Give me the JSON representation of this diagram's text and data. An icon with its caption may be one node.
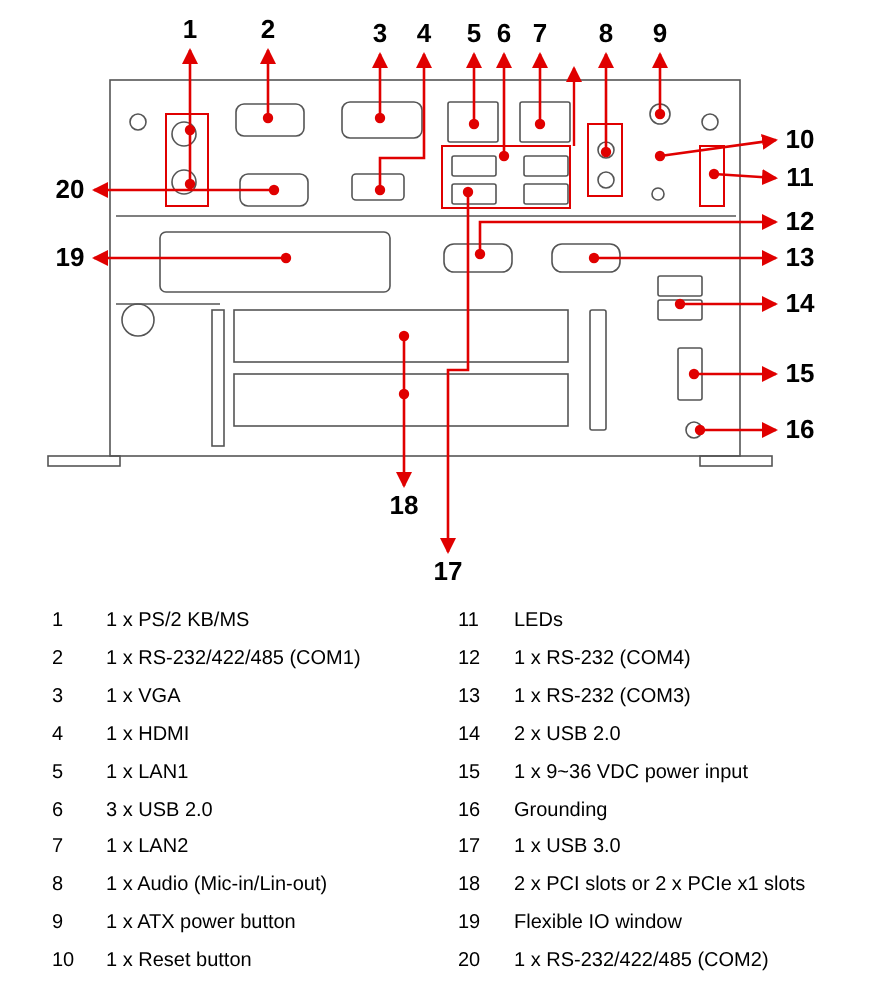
{
  "diagram": {
    "nodes": [
      {
        "text": [
          "1"
        ]
      },
      {
        "text": [
          "2"
        ]
      },
      {
        "text": [
          "3"
        ]
      },
      {
        "text": [
          "4"
        ]
      },
      {
        "text": [
          "5"
        ]
      },
      {
        "text": [
          "6"
        ]
      },
      {
        "text": [
          "7"
        ]
      },
      {
        "text": [
          "8"
        ]
      },
      {
        "text": [
          "9"
        ]
      },
      {
        "text": [
          "10"
        ]
      },
      {
        "text": [
          "11"
        ]
      },
      {
        "text": [
          "12"
        ]
      },
      {
        "text": [
          "13"
        ]
      },
      {
        "text": [
          "14"
        ]
      },
      {
        "text": [
          "15"
        ]
      },
      {
        "text": [
          "16"
        ]
      },
      {
        "text": [
          "17"
        ]
      },
      {
        "text": [
          "18"
        ]
      },
      {
        "text": [
          "19"
        ]
      },
      {
        "text": [
          "20"
        ]
      }
    ],
    "edges": [
      {
        "from": null,
        "to": 0,
        "arrow": "to"
      },
      {
        "from": null,
        "to": 1,
        "arrow": "to"
      },
      {
        "from": null,
        "to": 2,
        "arrow": "to"
      },
      {
        "from": null,
        "to": 3,
        "arrow": "to"
      },
      {
        "from": null,
        "to": 4,
        "arrow": "to"
      },
      {
        "from": null,
        "to": 5,
        "arrow": "to"
      },
      {
        "from": null,
        "to": 6,
        "arrow": "to"
      },
      {
        "from": null,
        "to": 7,
        "arrow": "to"
      },
      {
        "from": null,
        "to": 8,
        "arrow": "to"
      },
      {
        "from": null,
        "to": 9,
        "arrow": "to"
      },
      {
        "from": null,
        "to": 10,
        "arrow": "to"
      },
      {
        "from": null,
        "to": 11,
        "arrow": "to"
      },
      {
        "from": null,
        "to": 12,
        "arrow": "to"
      },
      {
        "from": null,
        "to": 13,
        "arrow": "to"
      },
      {
        "from": null,
        "to": 14,
        "arrow": "to"
      },
      {
        "from": null,
        "to": 15,
        "arrow": "to"
      },
      {
        "from": null,
        "to": 16,
        "arrow": "to"
      },
      {
        "from": null,
        "to": 17,
        "arrow": "to"
      },
      {
        "from": null,
        "to": 18,
        "arrow": "to"
      },
      {
        "from": null,
        "to": 19,
        "arrow": "to"
      }
    ],
    "labels": [
      "1",
      "1 x PS/2 KB/MS",
      "11",
      "LEDs",
      "2",
      "1 x RS-232/422/485 (COM1)",
      "12",
      "1 x RS-232 (COM4)",
      "3",
      "1 x VGA",
      "13",
      "1 x RS-232 (COM3)",
      "4",
      "1 x HDMI",
      "14",
      "2 x USB 2.0",
      "5",
      "1 x LAN1",
      "15",
      "1 x 9~36 VDC power input",
      "6",
      "3 x USB 2.0",
      "16",
      "Grounding",
      "7",
      "1 x LAN2",
      "17",
      "1 x USB 3.0",
      "8",
      "1 x Audio (Mic-in/Lin-out)",
      "18",
      "2 x PCI slots or 2 x PCIe x1 slots",
      "9",
      "1 x ATX power button",
      "19",
      "Flexible IO window",
      "10",
      "1 x Reset button",
      "20",
      "1 x RS-232/422/485 (COM2)"
    ]
  }
}
